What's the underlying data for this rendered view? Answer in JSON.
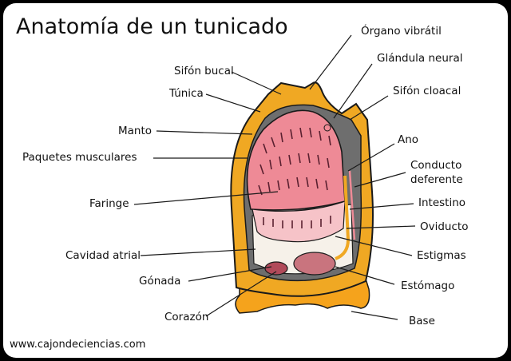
{
  "title": "Anatomía de un tunicado",
  "footer": "www.cajondeciencias.com",
  "labels": {
    "organo_vibratil": "Órgano vibrátil",
    "glandula_neural": "Glándula neural",
    "sifon_cloacal": "Sifón cloacal",
    "ano": "Ano",
    "conducto_deferente": "Conducto\ndeferente",
    "intestino": "Intestino",
    "oviducto": "Oviducto",
    "estigmas": "Estigmas",
    "estomago": "Estómago",
    "base": "Base",
    "sifon_bucal": "Sifón bucal",
    "tunica": "Túnica",
    "manto": "Manto",
    "paquetes_musculares": "Paquetes musculares",
    "faringe": "Faringe",
    "cavidad_atrial": "Cavidad atrial",
    "gonada": "Gónada",
    "corazon": "Corazón"
  },
  "colors": {
    "tunic": "#f0a823",
    "base": "#f5a31c",
    "mantle_gray": "#6e6e6e",
    "pharynx": "#ee8a96",
    "pharynx_light": "#f6c3c8",
    "outline": "#1a1a1a"
  }
}
